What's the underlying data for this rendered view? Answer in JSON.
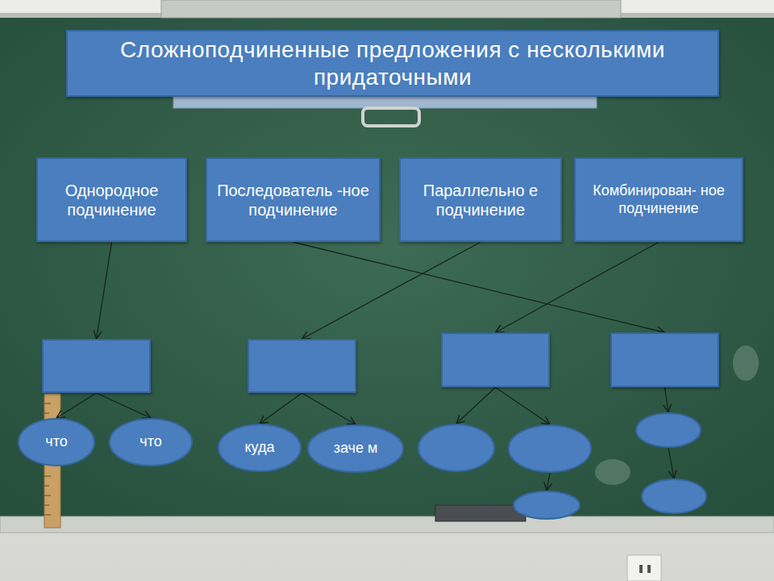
{
  "diagram": {
    "title": "Сложноподчиненные предложения с несколькими придаточными",
    "nodes": [
      {
        "text": [
          "Однородное подчинение"
        ]
      },
      {
        "text": [
          "Последователь -ное подчинение"
        ]
      },
      {
        "text": [
          "Параллельно е подчинение"
        ]
      },
      {
        "text": [
          "Комбинирован- ное подчинение"
        ]
      },
      {
        "text": []
      },
      {
        "text": []
      },
      {
        "text": []
      },
      {
        "text": []
      },
      {
        "text": [
          "что"
        ]
      },
      {
        "text": [
          "что"
        ]
      },
      {
        "text": [
          "куда"
        ]
      },
      {
        "text": [
          "заче м"
        ]
      },
      {
        "text": []
      },
      {
        "text": []
      },
      {
        "text": []
      },
      {
        "text": []
      },
      {
        "text": []
      }
    ],
    "edges": [
      {
        "from": 0,
        "to": 4,
        "arrow": "to"
      },
      {
        "from": 1,
        "to": 7,
        "arrow": "to"
      },
      {
        "from": 2,
        "to": 5,
        "arrow": "to"
      },
      {
        "from": 3,
        "to": 6,
        "arrow": "to"
      },
      {
        "from": 4,
        "to": 8,
        "arrow": "to"
      },
      {
        "from": 4,
        "to": 9,
        "arrow": "to"
      },
      {
        "from": 5,
        "to": 10,
        "arrow": "to"
      },
      {
        "from": 5,
        "to": 11,
        "arrow": "to"
      },
      {
        "from": 6,
        "to": 12,
        "arrow": "to"
      },
      {
        "from": 6,
        "to": 13,
        "arrow": "to"
      },
      {
        "from": 13,
        "to": 14,
        "arrow": "to"
      },
      {
        "from": 7,
        "to": 15,
        "arrow": "to"
      },
      {
        "from": 15,
        "to": 16,
        "arrow": "to"
      }
    ]
  }
}
